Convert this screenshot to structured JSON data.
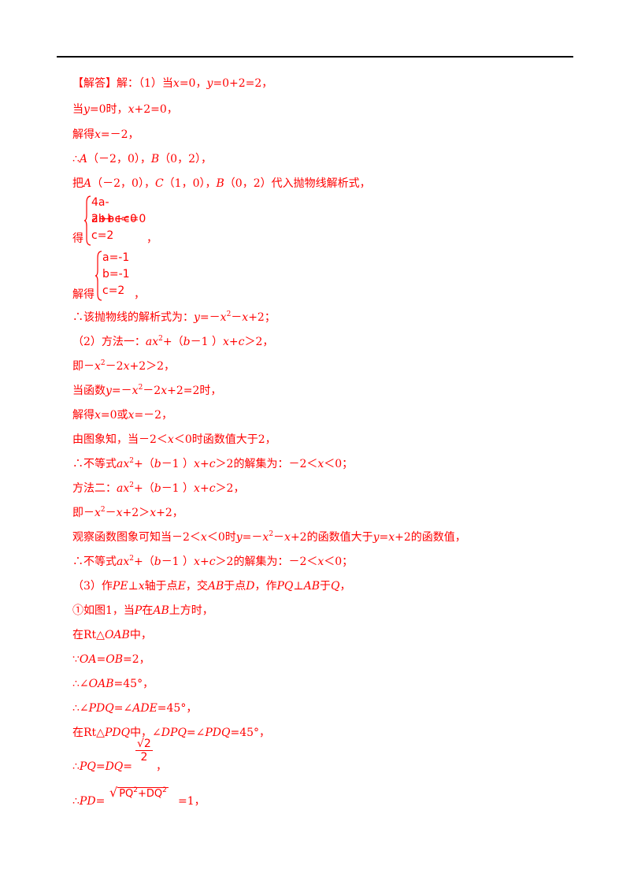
{
  "lines": {
    "l1": {
      "prefix": "【解答】解：（1）当",
      "x": "x",
      "mid": "=0，",
      "y": "y",
      "rest": "=0+2=2，"
    },
    "l2": {
      "a": "当",
      "y": "y",
      "b": "=0时，",
      "x": "x",
      "c": "+2=0，"
    },
    "l3": {
      "a": "解得",
      "x": "x",
      "b": "=－2，"
    },
    "l4": {
      "a": "∴",
      "A": "A",
      "b": "（－2，0），",
      "B": "B",
      "c": "（0，2），"
    },
    "l5": {
      "a": "把",
      "A": "A",
      "b": "（－2，0），",
      "C": "C",
      "c": "（1，0），",
      "B": "B",
      "d": "（0，2）代入抛物线解析式，"
    },
    "l6": {
      "a": "得",
      "tail": "，"
    },
    "l7": {
      "a": "解得",
      "tail": "，"
    },
    "l8": {
      "a": "∴该抛物线的解析式为：",
      "y": "y",
      "b": "=－",
      "x": "x",
      "c": "－",
      "x2": "x",
      "d": "+2；"
    },
    "l9": {
      "a": "（2）方法一：",
      "ax": "ax",
      "b": "+（",
      "bb": "b",
      "c": "－1 ）",
      "x": "x",
      "d": "+",
      "cc": "c",
      "e": "＞2，"
    },
    "l10": {
      "a": "即－",
      "x": "x",
      "b": "－2",
      "x2": "x",
      "c": "+2＞2，"
    },
    "l11": {
      "a": "当函数",
      "y": "y",
      "b": "=－",
      "x": "x",
      "c": "－2",
      "x2": "x",
      "d": "+2=2时，"
    },
    "l12": {
      "a": "解得",
      "x": "x",
      "b": "=0或",
      "x2": "x",
      "c": "=－2，"
    },
    "l13": {
      "a": "由图象知，当－2＜",
      "x": "x",
      "b": "＜0时函数值大于2，"
    },
    "l14": {
      "a": "∴不等式",
      "ax": "ax",
      "b": "+（",
      "bb": "b",
      "c": "－1 ）",
      "x": "x",
      "d": "+",
      "cc": "c",
      "e": "＞2的解集为：－2＜",
      "x2": "x",
      "f": "＜0；"
    },
    "l15": {
      "a": "方法二：",
      "ax": "ax",
      "b": "+（",
      "bb": "b",
      "c": "－1 ）",
      "x": "x",
      "d": "+",
      "cc": "c",
      "e": "＞2，"
    },
    "l16": {
      "a": "即－",
      "x": "x",
      "b": "－",
      "x2": "x",
      "c": "+2＞",
      "x3": "x",
      "d": "+2，"
    },
    "l17": {
      "a": "观察函数图象可知当－2＜",
      "x": "x",
      "b": "＜0时",
      "y": "y",
      "c": "=－",
      "x2": "x",
      "d": "－",
      "x3": "x",
      "e": "+2的函数值大于",
      "y2": "y",
      "f": "=",
      "x4": "x",
      "g": "+2的函数值，"
    },
    "l18": {
      "a": "∴不等式",
      "ax": "ax",
      "b": "+（",
      "bb": "b",
      "c": "－1 ）",
      "x": "x",
      "d": "+",
      "cc": "c",
      "e": "＞2的解集为：－2＜",
      "x2": "x",
      "f": "＜0；"
    },
    "l19": {
      "a": "（3）作",
      "PE": "PE",
      "b": "⊥",
      "x": "x",
      "c": "轴于点",
      "E": "E",
      "d": "，交",
      "AB": "AB",
      "e": "于点",
      "D": "D",
      "f": "，作",
      "PQ": "PQ",
      "g": "⊥",
      "AB2": "AB",
      "h": "于",
      "Q": "Q",
      "i": "，"
    },
    "l20": {
      "a": "①如图1，当",
      "P": "P",
      "b": "在",
      "AB": "AB",
      "c": "上方时，"
    },
    "l21": {
      "a": "在Rt△",
      "OAB": "OAB",
      "b": "中，"
    },
    "l22": {
      "a": "∵",
      "OA": "OA",
      "b": "=",
      "OB": "OB",
      "c": "=2，"
    },
    "l23": {
      "a": "∴∠",
      "OAB": "OAB",
      "b": "=45°，"
    },
    "l24": {
      "a": "∴∠",
      "PDQ": "PDQ",
      "b": "=∠",
      "ADE": "ADE",
      "c": "=45°，"
    },
    "l25": {
      "a": "在Rt△",
      "PDQ": "PDQ",
      "b": "中，∠",
      "DPQ": "DPQ",
      "c": "=∠",
      "PDQ2": "PDQ",
      "d": "=45°，"
    },
    "l26": {
      "a": "∴",
      "PQ": "PQ",
      "b": "=",
      "DQ": "DQ",
      "c": "=",
      "tail": "，"
    },
    "l27": {
      "a": "∴",
      "PD": "PD",
      "b": "=",
      "c": "=1，"
    }
  },
  "superscript": "2",
  "system1": [
    "4a-2b+c=0",
    "a+b+c=0",
    "c=2"
  ],
  "system2": [
    "a=-1",
    "b=-1",
    "c=2"
  ],
  "fraction": {
    "num": "√2",
    "den": "2"
  },
  "sqrt_expr": {
    "sym": "√",
    "inner_a": "PQ",
    "inner_b": "+DQ",
    "sup": "2"
  }
}
